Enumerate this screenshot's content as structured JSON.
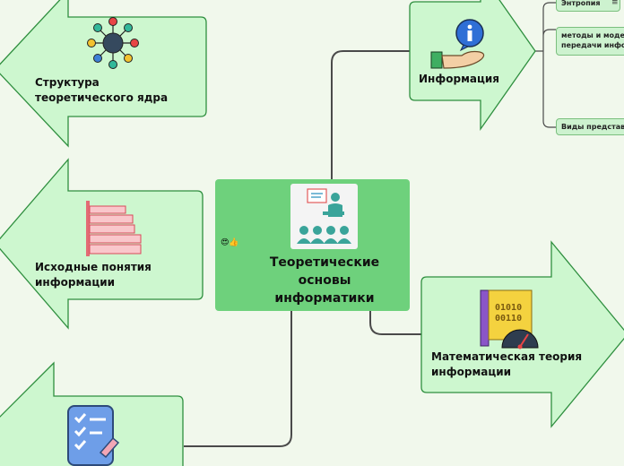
{
  "center": {
    "title": "Теоретические основы информатики",
    "icon": "teacher-presentation-icon",
    "emoji": "😍👍"
  },
  "topics": [
    {
      "label": "Структура теоретического ядра",
      "icon": "network-hub-icon"
    },
    {
      "label": "Исходные понятия информации",
      "icon": "bar-stack-icon"
    },
    {
      "label": "Информация",
      "icon": "info-hand-icon"
    },
    {
      "label": "Математическая теория информации",
      "icon": "binary-gauge-icon"
    },
    {
      "label": "",
      "icon": "checklist-icon"
    }
  ],
  "info_subtopics": [
    {
      "label": "Энтропия",
      "extra_icon": "notes-icon"
    },
    {
      "label": "методы и модели передачи информ",
      "label_line1": "методы и модел",
      "label_line2": "передачи инфор"
    },
    {
      "label": "Виды представл"
    }
  ],
  "colors": {
    "background": "#f1f8ec",
    "topic_fill": "#cdf7cf",
    "topic_stroke": "#2f8f3f",
    "center_fill": "#6ed17c",
    "connector": "#4a4a4a"
  }
}
